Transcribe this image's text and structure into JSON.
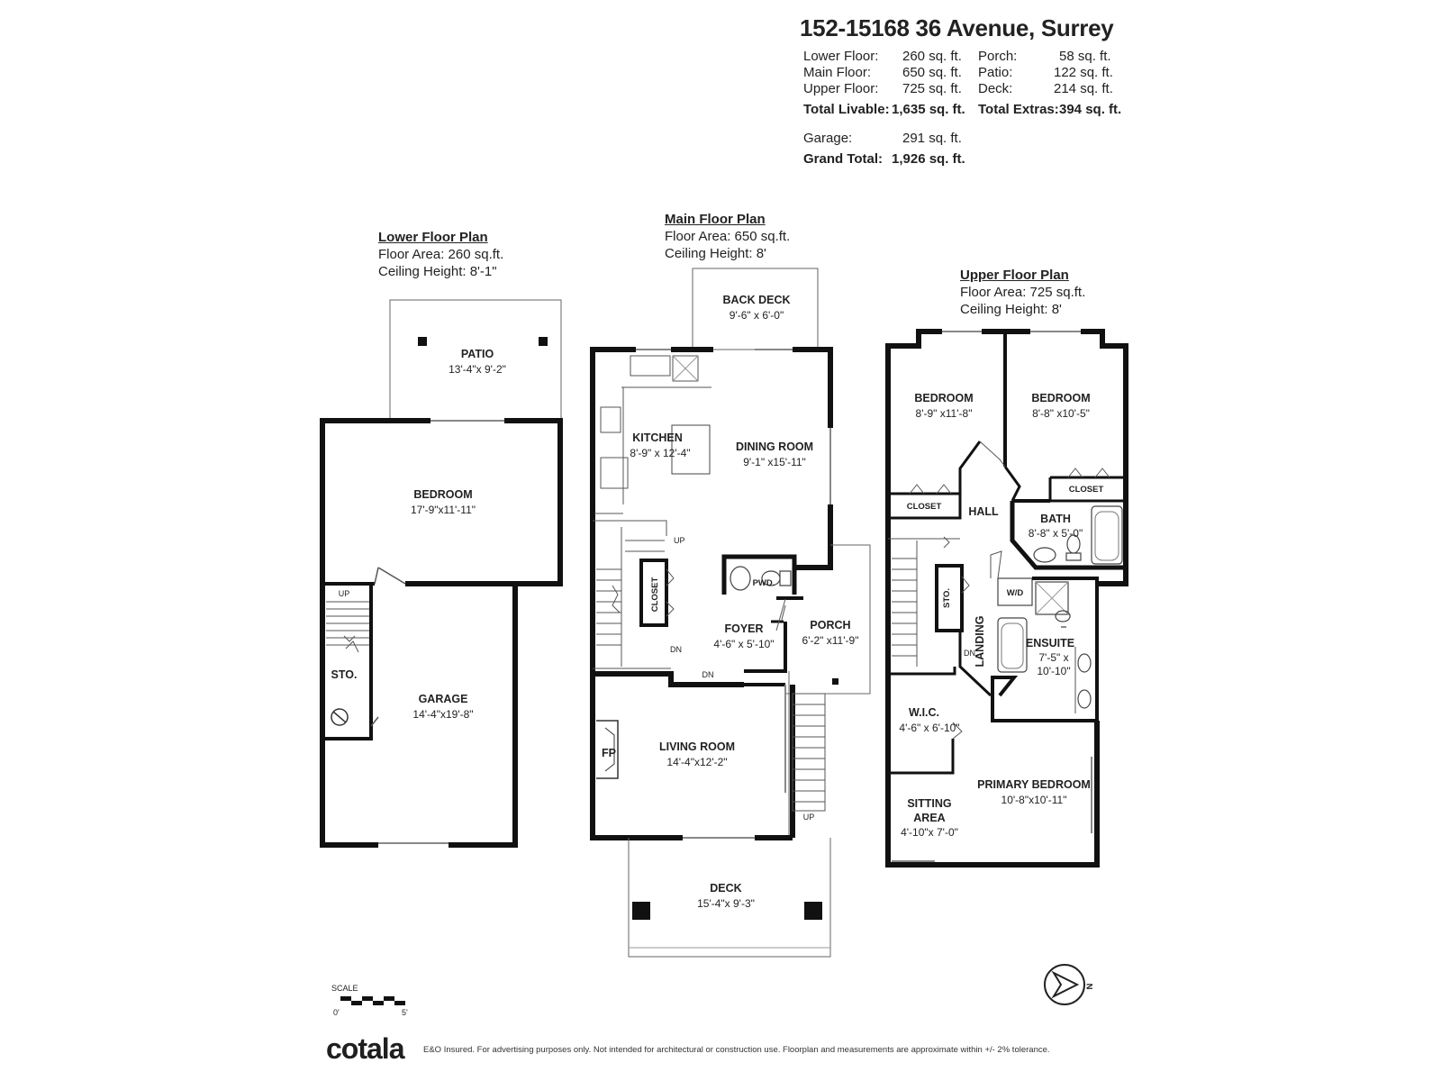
{
  "header": {
    "address": "152-15168 36 Avenue, Surrey",
    "stats_left": [
      {
        "label": "Lower Floor:",
        "value": "260 sq. ft."
      },
      {
        "label": "Main Floor:",
        "value": "650 sq. ft."
      },
      {
        "label": "Upper Floor:",
        "value": "725 sq. ft."
      }
    ],
    "stats_right": [
      {
        "label": "Porch:",
        "value": "58 sq. ft."
      },
      {
        "label": "Patio:",
        "value": "122 sq. ft."
      },
      {
        "label": "Deck:",
        "value": "214 sq. ft."
      }
    ],
    "total_livable": {
      "label": "Total Livable:",
      "value": "1,635 sq. ft."
    },
    "total_extras": {
      "label": "Total Extras:",
      "value": "394 sq. ft."
    },
    "garage": {
      "label": "Garage:",
      "value": "291 sq. ft."
    },
    "grand_total": {
      "label": "Grand Total:",
      "value": "1,926 sq. ft."
    }
  },
  "plans": {
    "lower": {
      "title": "Lower Floor Plan",
      "area": "Floor Area: 260 sq.ft.",
      "ceiling": "Ceiling Height: 8'-1\""
    },
    "main": {
      "title": "Main Floor Plan",
      "area": "Floor Area: 650 sq.ft.",
      "ceiling": "Ceiling Height: 8'"
    },
    "upper": {
      "title": "Upper Floor Plan",
      "area": "Floor Area: 725 sq.ft.",
      "ceiling": "Ceiling Height: 8'"
    }
  },
  "rooms": {
    "patio": {
      "name": "PATIO",
      "dim": "13'-4\"x 9'-2\""
    },
    "lower_bedroom": {
      "name": "BEDROOM",
      "dim": "17'-9\"x11'-11\""
    },
    "lower_sto": {
      "name": "STO."
    },
    "garage": {
      "name": "GARAGE",
      "dim": "14'-4\"x19'-8\""
    },
    "back_deck": {
      "name": "BACK DECK",
      "dim": "9'-6\" x 6'-0\""
    },
    "kitchen": {
      "name": "KITCHEN",
      "dim": "8'-9\" x 12'-4\""
    },
    "dining": {
      "name": "DINING ROOM",
      "dim": "9'-1\" x15'-11\""
    },
    "main_closet": {
      "name": "CLOSET"
    },
    "pwd": {
      "name": "PWD."
    },
    "foyer": {
      "name": "FOYER",
      "dim": "4'-6\" x 5'-10\""
    },
    "porch": {
      "name": "PORCH",
      "dim": "6'-2\" x11'-9\""
    },
    "living": {
      "name": "LIVING ROOM",
      "dim": "14'-4\"x12'-2\""
    },
    "fp": {
      "name": "FP"
    },
    "deck": {
      "name": "DECK",
      "dim": "15'-4\"x 9'-3\""
    },
    "bed1": {
      "name": "BEDROOM",
      "dim": "8'-9\" x11'-8\""
    },
    "bed2": {
      "name": "BEDROOM",
      "dim": "8'-8\" x10'-5\""
    },
    "closet1": {
      "name": "CLOSET"
    },
    "closet2": {
      "name": "CLOSET"
    },
    "hall": {
      "name": "HALL"
    },
    "bath": {
      "name": "BATH",
      "dim": "8'-8\" x 5'-0\""
    },
    "upper_sto": {
      "name": "STO."
    },
    "wd": {
      "name": "W/D"
    },
    "landing": {
      "name": "LANDING"
    },
    "ensuite": {
      "name": "ENSUITE",
      "dim1": "7'-5\" x",
      "dim2": "10'-10\""
    },
    "wic": {
      "name": "W.I.C.",
      "dim": "4'-6\" x 6'-10\""
    },
    "primary": {
      "name": "PRIMARY BEDROOM",
      "dim": "10'-8\"x10'-11\""
    },
    "sitting": {
      "name1": "SITTING",
      "name2": "AREA",
      "dim": "4'-10\"x 7'-0\""
    }
  },
  "stair_labels": {
    "up": "UP",
    "dn": "DN"
  },
  "scale": {
    "label": "SCALE",
    "min": "0'",
    "max": "5'"
  },
  "compass": {
    "letter": "N"
  },
  "footer": {
    "logo": "cotala",
    "disclaimer": "E&O Insured. For advertising purposes only. Not intended for architectural or construction use. Floorplan and measurements are approximate within +/- 2% tolerance."
  }
}
